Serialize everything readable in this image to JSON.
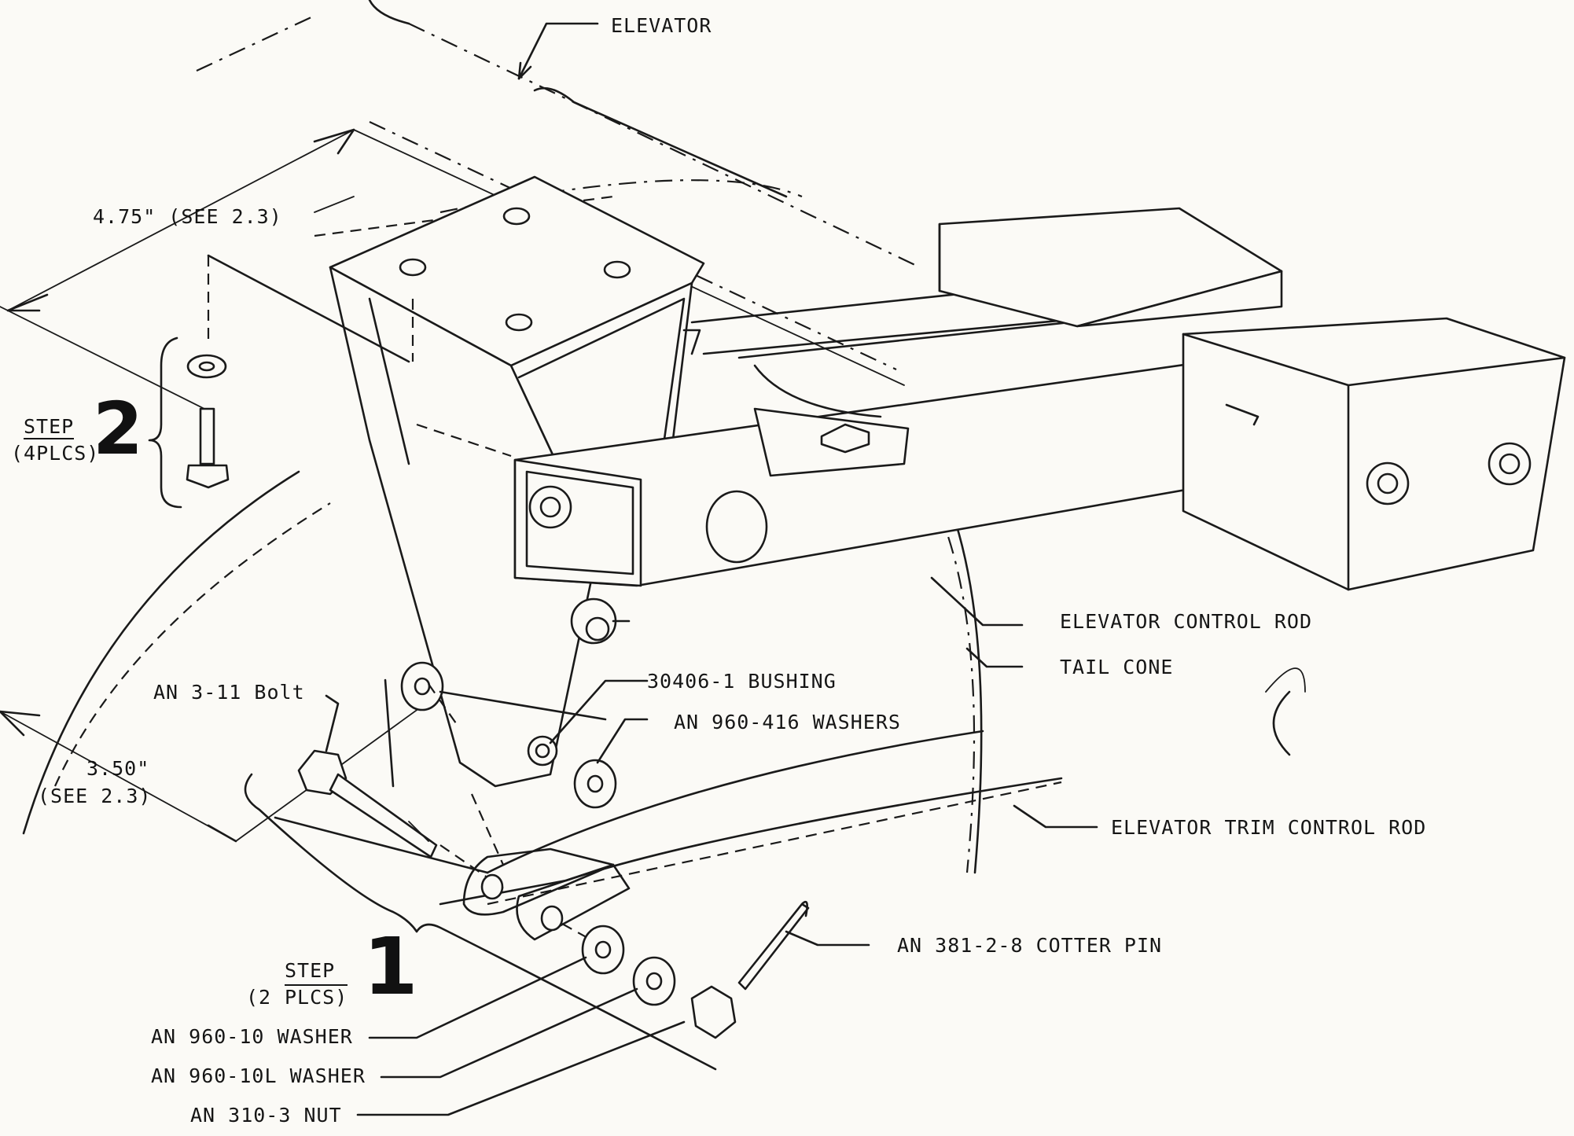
{
  "labels": {
    "elevator": "ELEVATOR",
    "dim_475": "4.75\" (SEE 2.3)",
    "elevator_control_rod": "ELEVATOR CONTROL ROD",
    "tail_cone": "TAIL CONE",
    "bushing": "30406-1 BUSHING",
    "washers_416": "AN 960-416 WASHERS",
    "bolt": "AN 3-11 Bolt",
    "dim_350": "3.50\"",
    "dim_350_ref": "(SEE 2.3)",
    "trim_rod": "ELEVATOR TRIM CONTROL ROD",
    "cotter_pin": "AN 381-2-8 COTTER PIN",
    "washer_10": "AN 960-10 WASHER",
    "washer_10l": "AN 960-10L WASHER",
    "nut": "AN 310-3 NUT"
  },
  "steps": {
    "step1": {
      "word": "STEP",
      "num": "1",
      "places_a": "(2",
      "places_b": "PLCS)"
    },
    "step2": {
      "word": "STEP",
      "num": "2",
      "places": "(4PLCS)"
    }
  }
}
